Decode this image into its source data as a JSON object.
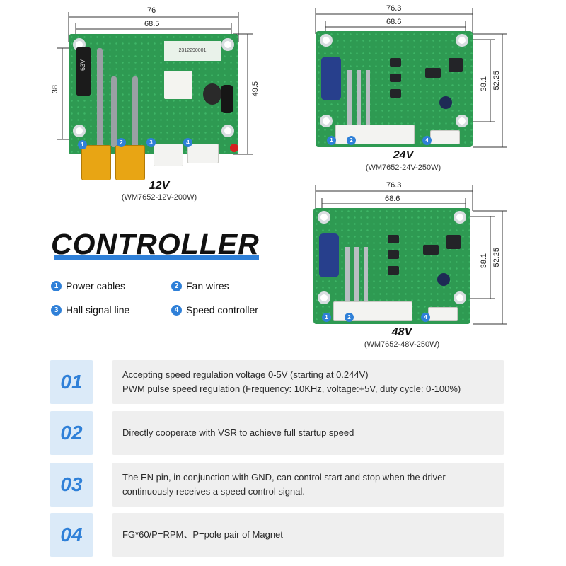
{
  "boards": [
    {
      "voltage": "12V",
      "model": "(WM7652-12V-200W)",
      "dim_outer_w": "76",
      "dim_inner_w": "68.5",
      "dim_inner_h": "38",
      "dim_outer_h": "49.5",
      "silk_code": "2312290001",
      "cap_label": "63V",
      "badges": [
        "1",
        "2",
        "3",
        "4"
      ]
    },
    {
      "voltage": "24V",
      "model": "(WM7652-24V-250W)",
      "dim_outer_w": "76.3",
      "dim_inner_w": "68.6",
      "dim_inner_h": "38.1",
      "dim_outer_h": "52.25",
      "badges": [
        "1",
        "2",
        "4"
      ]
    },
    {
      "voltage": "48V",
      "model": "(WM7652-48V-250W)",
      "dim_outer_w": "76.3",
      "dim_inner_w": "68.6",
      "dim_inner_h": "38.1",
      "dim_outer_h": "52.25",
      "badges": [
        "1",
        "2",
        "4"
      ]
    }
  ],
  "title": "CONTROLLER",
  "legend": [
    {
      "num": "1",
      "label": "Power cables"
    },
    {
      "num": "2",
      "label": "Fan wires"
    },
    {
      "num": "3",
      "label": "Hall signal line"
    },
    {
      "num": "4",
      "label": "Speed controller"
    }
  ],
  "features": [
    {
      "num": "01",
      "lines": [
        "Accepting speed regulation voltage 0-5V (starting at 0.244V)",
        "PWM pulse speed regulation (Frequency: 10KHz, voltage:+5V, duty cycle: 0-100%)"
      ]
    },
    {
      "num": "02",
      "lines": [
        "Directly cooperate with VSR to achieve full startup speed"
      ]
    },
    {
      "num": "03",
      "lines": [
        "The EN pin, in conjunction with GND, can control start and stop when the driver",
        "continuously receives a speed control signal."
      ]
    },
    {
      "num": "04",
      "lines": [
        "FG*60/P=RPM、P=pole pair of Magnet"
      ]
    }
  ],
  "colors": {
    "accent": "#2f80d8",
    "pcb": "#2e9a52",
    "number_box": "#dbeaf8",
    "desc_box": "#efefef"
  }
}
